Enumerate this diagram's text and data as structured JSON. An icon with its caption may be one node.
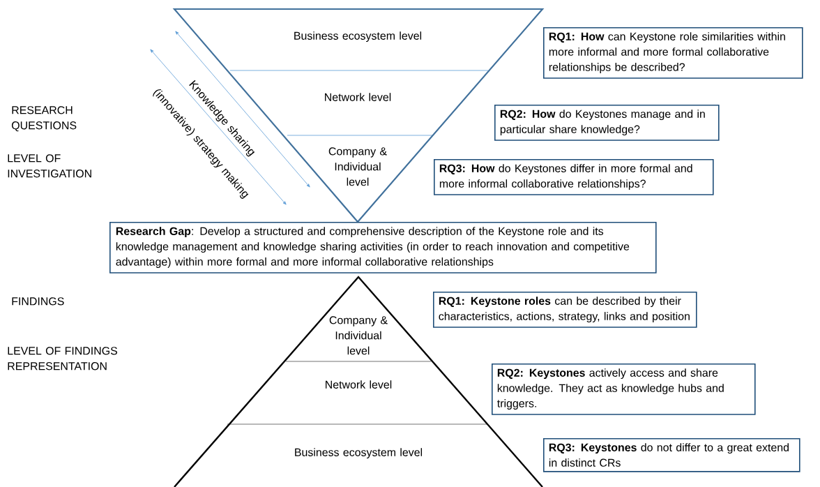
{
  "diagram": {
    "nodes": [
      {
        "text": [
          "Business ecosystem level"
        ]
      },
      {
        "text": [
          "**RQ1: How** can Keystone role similarities within more informal and more formal collaborative relationships be described?"
        ]
      },
      {
        "text": [
          "Network level"
        ]
      },
      {
        "text": [
          "**RQ2: How** do Keystones manage and in particular share knowledge?"
        ]
      },
      {
        "text": [
          "Company & Individual level"
        ]
      },
      {
        "text": [
          "**RQ3: How** do Keystones differ in more formal and more informal collaborative relationships?"
        ]
      },
      {
        "text": [
          "**Research Gap**: Develop a structured and comprehensive description of the Keystone role and its knowledge management and knowledge sharing activities (in order to reach innovation and competitive advantage) within more formal and more informal collaborative relationships"
        ]
      },
      {
        "text": [
          "Company & Individual level"
        ]
      },
      {
        "text": [
          "**RQ1: Keystone roles** can be described by their characteristics, actions, strategy, links and position"
        ]
      },
      {
        "text": [
          "Network level"
        ]
      },
      {
        "text": [
          "**RQ2: Keystones** actively access and share knowledge. They act as knowledge hubs and triggers."
        ]
      },
      {
        "text": [
          "Business ecosystem level"
        ]
      },
      {
        "text": [
          "**RQ3: Keystones** do not differ to a great extend in distinct CRs"
        ]
      }
    ],
    "labels": [
      "RESEARCH QUESTIONS",
      "LEVEL OF INVESTIGATION",
      "Knowledge sharing",
      "(innovative) strategy making",
      "FINDINGS",
      "LEVEL OF FINDINGS REPRESENTATION"
    ]
  }
}
